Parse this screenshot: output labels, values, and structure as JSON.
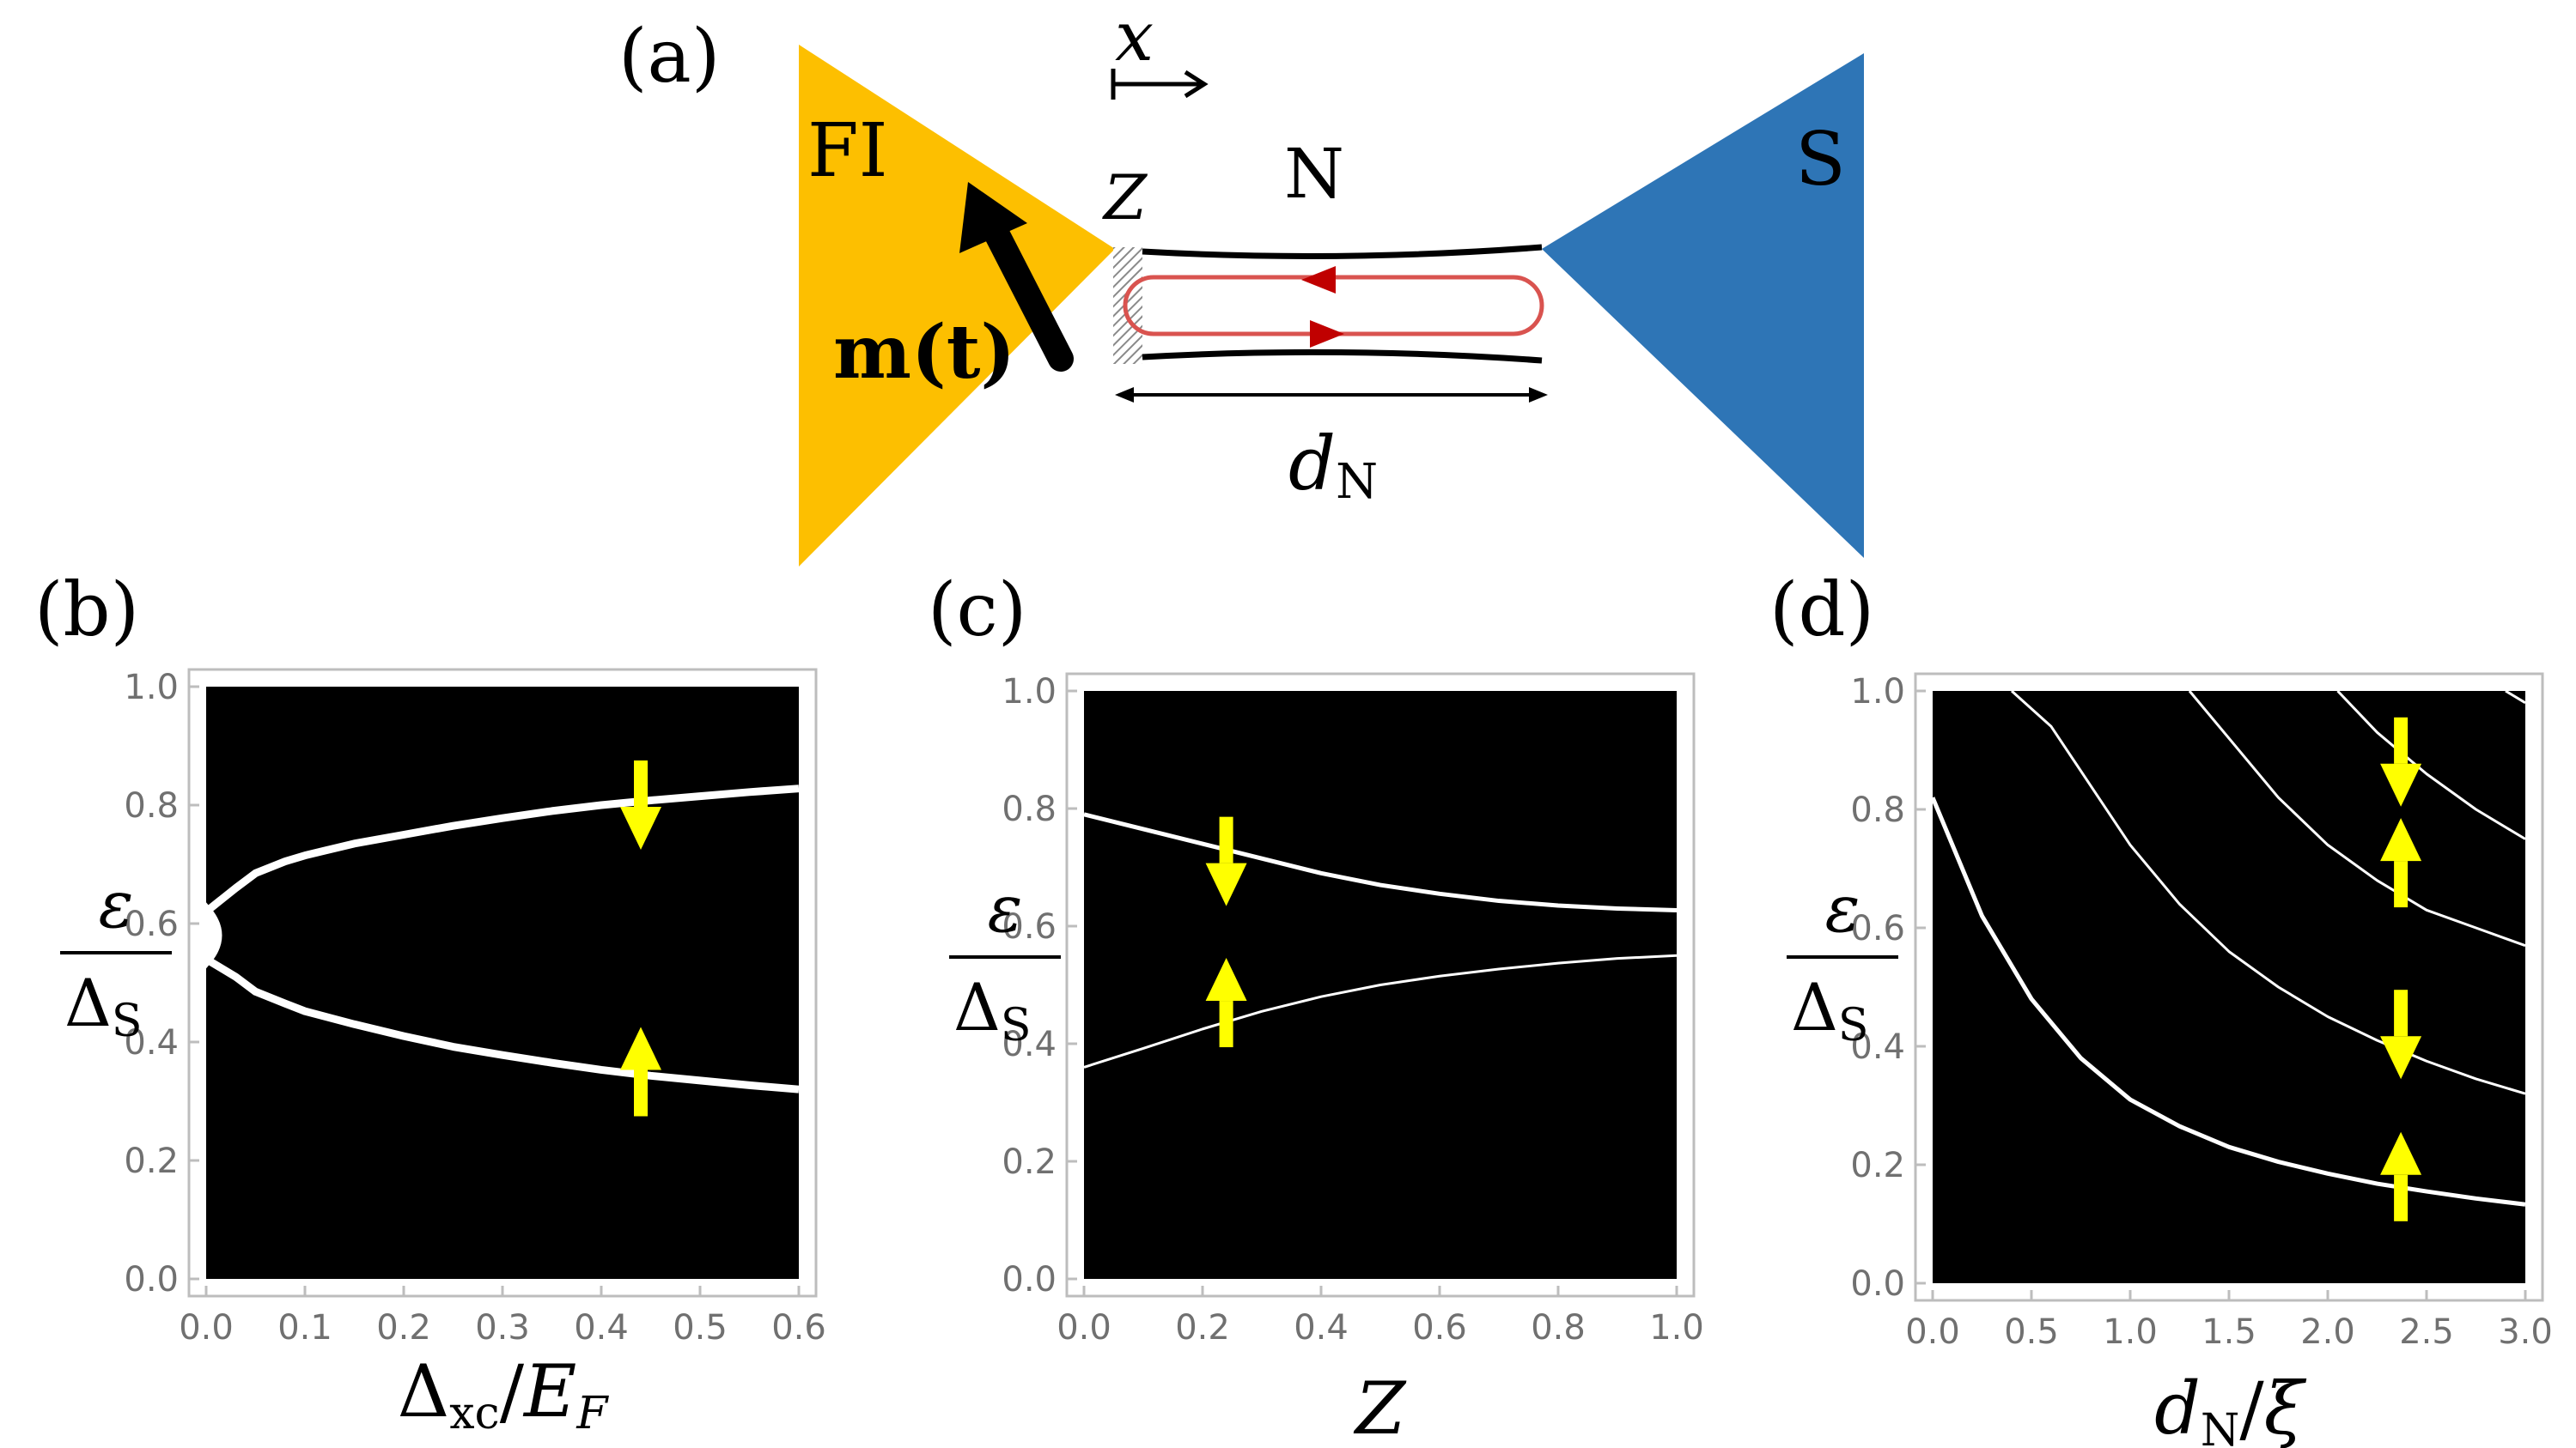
{
  "figure": {
    "panel_a": {
      "label": "(a)",
      "fi_label": "FI",
      "s_label": "S",
      "n_label": "N",
      "z_label": "Z",
      "x_label": "x",
      "m_label": "m(t)",
      "dn_label": "d",
      "dn_sub": "N",
      "colors": {
        "fi": "#FDBF00",
        "s": "#2E75B6",
        "loop": "#D9534F",
        "arrowhead": "#C00000"
      }
    },
    "ylabel_num": "ε",
    "ylabel_den": "Δ",
    "ylabel_den_sub": "S"
  },
  "chart_data": [
    {
      "panel": "(b)",
      "type": "line",
      "background": "#000000",
      "line_color": "#ffffff",
      "xlabel": "Δxc/EF",
      "xlabel_parts": {
        "main": "Δ",
        "sub": "xc",
        "slash": "/",
        "main2": "E",
        "sub2": "F"
      },
      "ylabel": "ε/ΔS",
      "xlim": [
        0,
        0.6
      ],
      "ylim": [
        0,
        1
      ],
      "xticks": [
        "0.0",
        "0.1",
        "0.2",
        "0.3",
        "0.4",
        "0.5",
        "0.6"
      ],
      "yticks": [
        "0.0",
        "0.2",
        "0.4",
        "0.6",
        "0.8",
        "1.0"
      ],
      "series": [
        {
          "x": [
            0.0,
            0.03,
            0.05,
            0.08,
            0.1,
            0.15,
            0.2,
            0.25,
            0.3,
            0.35,
            0.4,
            0.45,
            0.5,
            0.55,
            0.6
          ],
          "y": [
            0.62,
            0.66,
            0.685,
            0.705,
            0.715,
            0.735,
            0.75,
            0.765,
            0.778,
            0.79,
            0.8,
            0.808,
            0.815,
            0.822,
            0.828
          ]
        },
        {
          "x": [
            0.0,
            0.03,
            0.05,
            0.08,
            0.1,
            0.15,
            0.2,
            0.25,
            0.3,
            0.35,
            0.4,
            0.45,
            0.5,
            0.55,
            0.6
          ],
          "y": [
            0.54,
            0.51,
            0.485,
            0.465,
            0.452,
            0.43,
            0.41,
            0.392,
            0.378,
            0.365,
            0.353,
            0.343,
            0.335,
            0.327,
            0.32
          ]
        }
      ],
      "arrows": [
        {
          "x": 0.44,
          "y": 0.8,
          "dir": "down"
        },
        {
          "x": 0.44,
          "y": 0.35,
          "dir": "up"
        }
      ]
    },
    {
      "panel": "(c)",
      "type": "line",
      "background": "#000000",
      "line_color": "#ffffff",
      "xlabel": "Z",
      "ylabel": "ε/ΔS",
      "xlim": [
        0,
        1
      ],
      "ylim": [
        0,
        1
      ],
      "xticks": [
        "0.0",
        "0.2",
        "0.4",
        "0.6",
        "0.8",
        "1.0"
      ],
      "yticks": [
        "0.0",
        "0.2",
        "0.4",
        "0.6",
        "0.8",
        "1.0"
      ],
      "series": [
        {
          "x": [
            0.0,
            0.1,
            0.2,
            0.3,
            0.4,
            0.5,
            0.6,
            0.7,
            0.8,
            0.9,
            1.0
          ],
          "y": [
            0.79,
            0.765,
            0.74,
            0.715,
            0.69,
            0.67,
            0.655,
            0.643,
            0.635,
            0.63,
            0.627
          ]
        },
        {
          "x": [
            0.0,
            0.1,
            0.2,
            0.3,
            0.4,
            0.5,
            0.6,
            0.7,
            0.8,
            0.9,
            1.0
          ],
          "y": [
            0.36,
            0.392,
            0.425,
            0.455,
            0.48,
            0.5,
            0.515,
            0.527,
            0.537,
            0.545,
            0.55
          ]
        }
      ],
      "arrows": [
        {
          "x": 0.24,
          "y": 0.71,
          "dir": "down"
        },
        {
          "x": 0.24,
          "y": 0.47,
          "dir": "up"
        }
      ]
    },
    {
      "panel": "(d)",
      "type": "line",
      "background": "#000000",
      "line_color": "#ffffff",
      "xlabel": "dN/ξ",
      "xlabel_parts": {
        "main": "d",
        "sub": "N",
        "slash": "/",
        "main2": "ξ"
      },
      "ylabel": "ε/ΔS",
      "xlim": [
        0,
        3
      ],
      "ylim": [
        0,
        1
      ],
      "xticks": [
        "0.0",
        "0.5",
        "1.0",
        "1.5",
        "2.0",
        "2.5",
        "3.0"
      ],
      "yticks": [
        "0.0",
        "0.2",
        "0.4",
        "0.6",
        "0.8",
        "1.0"
      ],
      "series": [
        {
          "x": [
            0.0,
            0.25,
            0.5,
            0.75,
            1.0,
            1.25,
            1.5,
            1.75,
            2.0,
            2.25,
            2.5,
            2.75,
            3.0
          ],
          "y": [
            0.82,
            0.62,
            0.48,
            0.38,
            0.31,
            0.265,
            0.23,
            0.205,
            0.185,
            0.168,
            0.155,
            0.143,
            0.133
          ]
        },
        {
          "x": [
            0.4,
            0.6,
            0.8,
            1.0,
            1.25,
            1.5,
            1.75,
            2.0,
            2.25,
            2.5,
            2.75,
            3.0
          ],
          "y": [
            1.0,
            0.94,
            0.84,
            0.74,
            0.64,
            0.56,
            0.5,
            0.45,
            0.41,
            0.375,
            0.345,
            0.32
          ]
        },
        {
          "x": [
            1.3,
            1.5,
            1.75,
            2.0,
            2.25,
            2.5,
            2.75,
            3.0
          ],
          "y": [
            1.0,
            0.92,
            0.82,
            0.74,
            0.68,
            0.63,
            0.6,
            0.57
          ]
        },
        {
          "x": [
            2.05,
            2.25,
            2.5,
            2.75,
            3.0
          ],
          "y": [
            1.0,
            0.93,
            0.86,
            0.8,
            0.75
          ]
        },
        {
          "x": [
            2.9,
            3.0
          ],
          "y": [
            1.0,
            0.98
          ]
        }
      ],
      "arrows": [
        {
          "x": 2.37,
          "y": 0.88,
          "dir": "down"
        },
        {
          "x": 2.37,
          "y": 0.71,
          "dir": "up"
        },
        {
          "x": 2.37,
          "y": 0.42,
          "dir": "down"
        },
        {
          "x": 2.37,
          "y": 0.18,
          "dir": "up"
        }
      ]
    }
  ]
}
